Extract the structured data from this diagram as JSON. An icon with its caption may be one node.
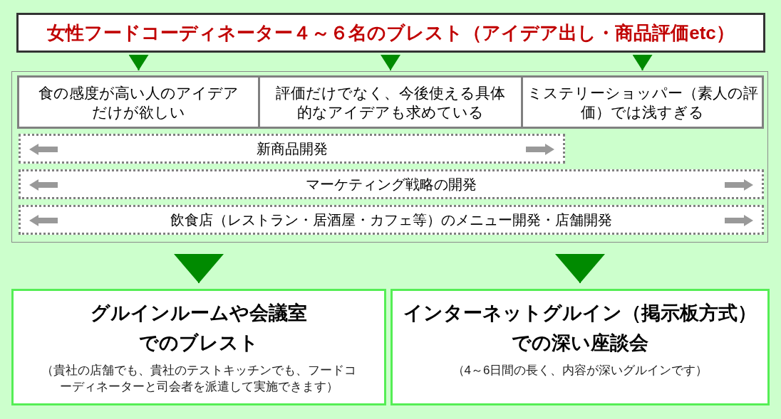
{
  "diagram": {
    "nodes": [
      {
        "text": [
          "女性フードコーディネーター４～６名のブレスト（アイデア出し・商品評価etc）"
        ]
      },
      {
        "text": [],
        "shape": "box"
      },
      {
        "text": [
          "食の感度が高い人のアイデアだけが欲しい"
        ],
        "in": 1
      },
      {
        "text": [
          "評価だけでなく、今後使える具体的なアイデアも求めている"
        ],
        "in": 1
      },
      {
        "text": [
          "ミステリーショッパー（素人の評価）では浅すぎる"
        ],
        "in": 1
      },
      {
        "text": [
          "新商品開発"
        ],
        "in": 1
      },
      {
        "text": [
          "マーケティング戦略の開発"
        ],
        "in": 1
      },
      {
        "text": [
          "飲食店（レストラン・居酒屋・カフェ等）のメニュー開発・店舗開発"
        ],
        "in": 1
      },
      {
        "text": [
          "グルインルームや会議室でのブレスト",
          "（貴社の店舗でも、貴社のテストキッチンでも、フードコーディネーターと司会者を派遣して実施できます）"
        ]
      },
      {
        "text": [
          "インターネットグルイン（掲示板方式）での深い座談会",
          "（4～6日間の長く、内容が深いグルインです）"
        ]
      }
    ],
    "edges": [
      {
        "from": 0,
        "to": 2,
        "arrow": "to"
      },
      {
        "from": 0,
        "to": 3,
        "arrow": "to"
      },
      {
        "from": 0,
        "to": 4,
        "arrow": "to"
      },
      {
        "from": 1,
        "to": 8,
        "arrow": "to"
      },
      {
        "from": 1,
        "to": 9,
        "arrow": "to"
      }
    ]
  }
}
